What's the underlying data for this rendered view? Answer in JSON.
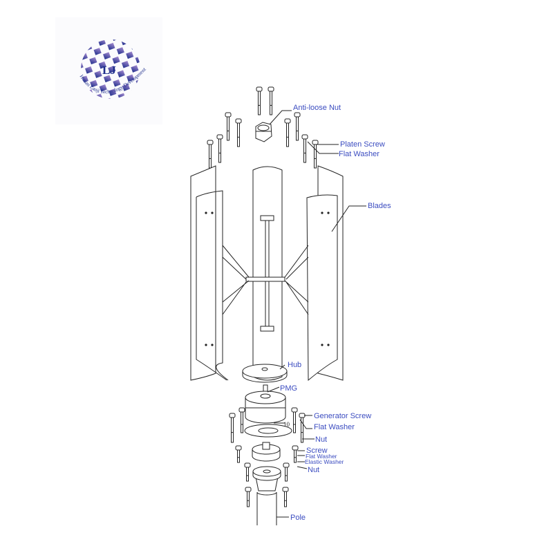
{
  "logo": {
    "monogram": "LJ",
    "company": "Hunan Lanji Technology Development Co., Ltd",
    "colors": {
      "dark": "#1f2f8c",
      "light": "#8a6fc0"
    }
  },
  "labels": {
    "anti_loose_nut": "Anti-loose Nut",
    "platen_screw": "Platen Screw",
    "flat_washer_top": "Flat Washer",
    "blades": "Blades",
    "hub": "Hub",
    "pmg": "PMG",
    "generator_screw": "Generator Screw",
    "flat_washer_mid": "Flat Washer",
    "nut_mid": "Nut",
    "screw": "Screw",
    "flat_washer_small": "Flat Washer",
    "elastic_washer": "Elastic Washer",
    "nut_bottom": "Nut",
    "pole": "Pole",
    "dimension": "10"
  },
  "label_color": "#3b4cc0"
}
